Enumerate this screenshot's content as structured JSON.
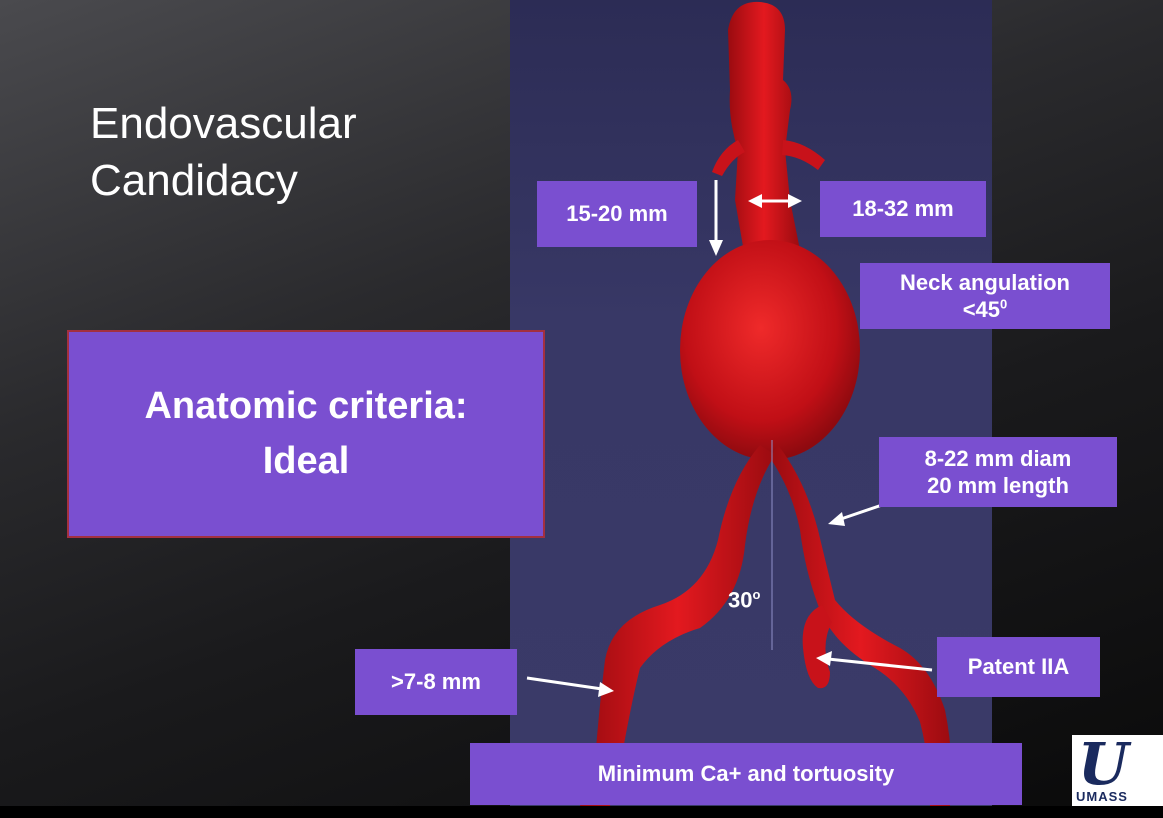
{
  "slide": {
    "title": "Endovascular\nCandidacy",
    "criteria_box": "Anatomic criteria:\nIdeal"
  },
  "labels": {
    "neck_length": "15-20 mm",
    "neck_diameter": "18-32 mm",
    "neck_angulation": "Neck angulation\n<45",
    "neck_angulation_sup": "0",
    "iliac_size": "8-22 mm diam\n20 mm length",
    "angle": "30",
    "angle_sup": "o",
    "patent_iia": "Patent IIA",
    "access_vessel": ">7-8 mm",
    "calcification": "Minimum Ca+ and tortuosity"
  },
  "logo": {
    "mark": "U",
    "word": "UMASS"
  },
  "colors": {
    "label_bg": "#7a4fd0",
    "vessel_red": "#d0121a",
    "panel_blue": "#383866",
    "box_border": "#a33040"
  },
  "icons": [
    "arrow-down-icon",
    "double-arrow-icon",
    "arrow-left-icon",
    "umass-logo"
  ]
}
